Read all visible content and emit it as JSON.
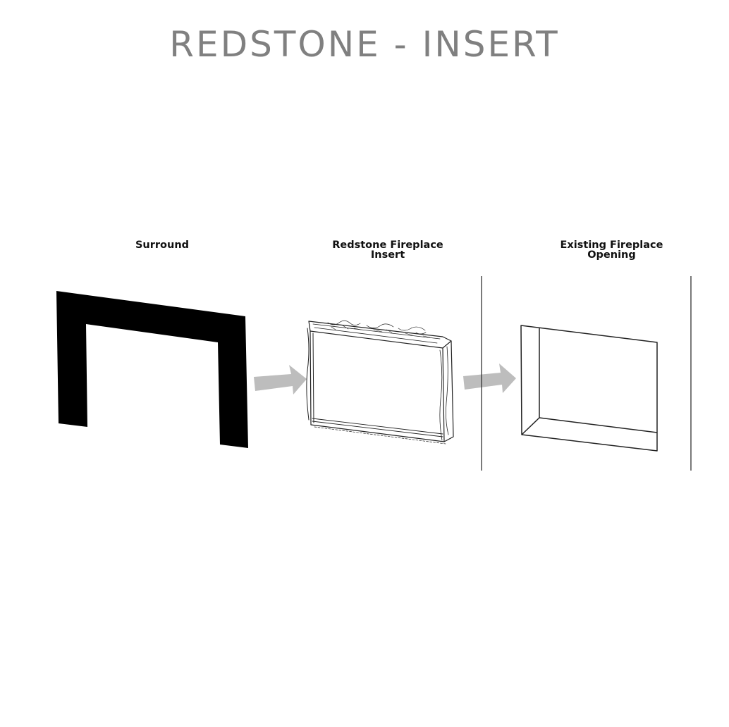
{
  "title": "REDSTONE - INSERT",
  "panels": {
    "surround": {
      "label": "Surround"
    },
    "insert": {
      "label_line1": "Redstone Fireplace",
      "label_line2": "Insert"
    },
    "opening": {
      "label_line1": "Existing Fireplace",
      "label_line2": "Opening"
    }
  },
  "colors": {
    "title": "#808080",
    "surround_fill": "#000000",
    "arrow_fill": "#bdbdbd",
    "line": "#222222"
  }
}
